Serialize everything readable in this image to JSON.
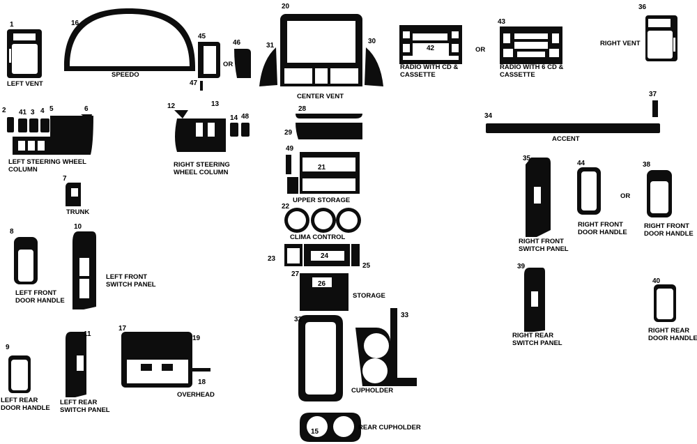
{
  "parts": {
    "n1": "1",
    "n2": "2",
    "n3": "3",
    "n4": "4",
    "n5": "5",
    "n6": "6",
    "n7": "7",
    "n8": "8",
    "n9": "9",
    "n10": "10",
    "n11": "11",
    "n12": "12",
    "n13": "13",
    "n14": "14",
    "n15": "15",
    "n16": "16",
    "n17": "17",
    "n18": "18",
    "n19": "19",
    "n20": "20",
    "n21": "21",
    "n22": "22",
    "n23": "23",
    "n24": "24",
    "n25": "25",
    "n26": "26",
    "n27": "27",
    "n28": "28",
    "n29": "29",
    "n30": "30",
    "n31": "31",
    "n32": "32",
    "n33": "33",
    "n34": "34",
    "n35": "35",
    "n36": "36",
    "n37": "37",
    "n38": "38",
    "n39": "39",
    "n40": "40",
    "n41": "41",
    "n42": "42",
    "n43": "43",
    "n44": "44",
    "n45": "45",
    "n46": "46",
    "n47": "47",
    "n48": "48",
    "n49": "49"
  },
  "labels": {
    "left_vent": "LEFT VENT",
    "speedo": "SPEEDO",
    "or1": "OR",
    "center_vent": "CENTER VENT",
    "radio_cd_cassette": "RADIO WITH CD &\nCASSETTE",
    "or2": "OR",
    "radio_6cd_cassette": "RADIO WITH 6 CD &\nCASSETTE",
    "right_vent": "RIGHT VENT",
    "left_steering": "LEFT STEERING WHEEL\nCOLUMN",
    "right_steering": "RIGHT STEERING\nWHEEL COLUMN",
    "accent": "ACCENT",
    "trunk": "TRUNK",
    "upper_storage": "UPPER STORAGE",
    "clima_control": "CLIMA CONTROL",
    "right_front_switch": "RIGHT FRONT\nSWITCH PANEL",
    "right_front_door_handle_a": "RIGHT FRONT\nDOOR HANDLE",
    "or3": "OR",
    "right_front_door_handle_b": "RIGHT FRONT\nDOOR HANDLE",
    "left_front_door_handle": "LEFT FRONT\nDOOR HANDLE",
    "left_front_switch": "LEFT FRONT\nSWITCH PANEL",
    "storage": "STORAGE",
    "right_rear_switch": "RIGHT REAR\nSWITCH PANEL",
    "right_rear_door_handle": "RIGHT REAR\nDOOR HANDLE",
    "left_rear_door_handle": "LEFT REAR\nDOOR HANDLE",
    "left_rear_switch": "LEFT REAR\nSWITCH PANEL",
    "overhead": "OVERHEAD",
    "cupholder": "CUPHOLDER",
    "rear_cupholder": "REAR CUPHOLDER"
  },
  "colors": {
    "piece_fill": "#0d0d0d",
    "background": "#ffffff",
    "text": "#000000"
  }
}
